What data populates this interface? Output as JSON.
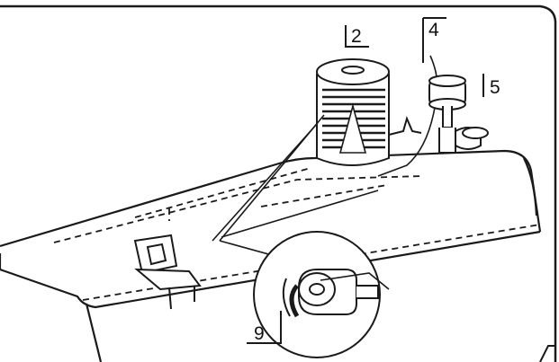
{
  "callouts": {
    "spool": "2",
    "guide": "4",
    "tension_disc": "5",
    "bobbin_winder": "9"
  },
  "colors": {
    "line": "#1a1a1a",
    "background": "#ffffff"
  }
}
